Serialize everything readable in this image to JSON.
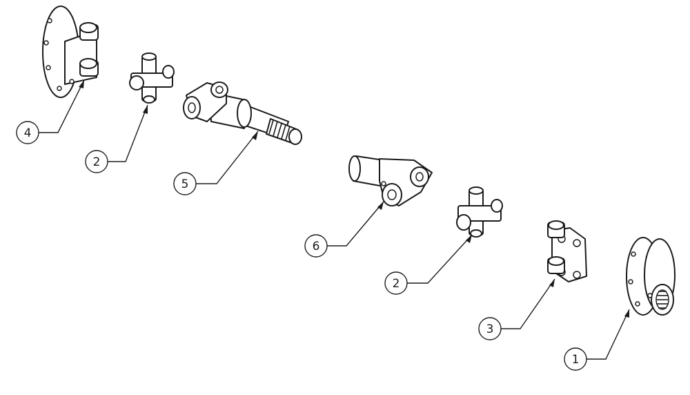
{
  "callouts": [
    {
      "id": "c4",
      "label": "4"
    },
    {
      "id": "c2a",
      "label": "2"
    },
    {
      "id": "c5",
      "label": "5"
    },
    {
      "id": "c6",
      "label": "6"
    },
    {
      "id": "c2b",
      "label": "2"
    },
    {
      "id": "c3",
      "label": "3"
    },
    {
      "id": "c1",
      "label": "1"
    }
  ]
}
